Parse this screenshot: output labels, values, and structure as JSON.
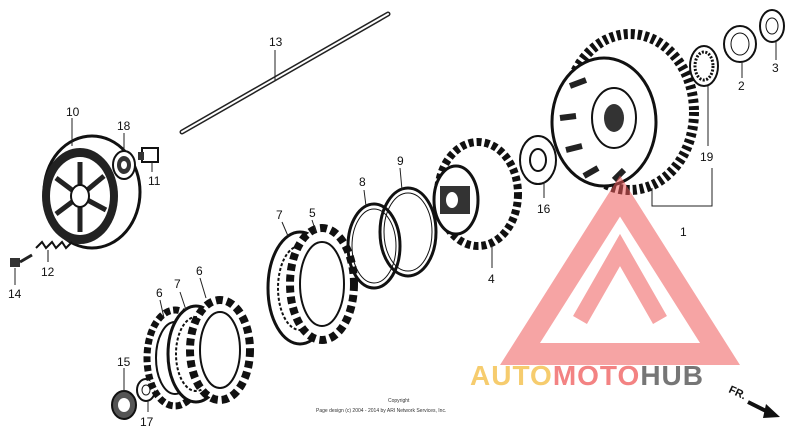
{
  "callouts": [
    "1",
    "2",
    "3",
    "4",
    "5",
    "6",
    "6",
    "7",
    "7",
    "8",
    "9",
    "10",
    "11",
    "12",
    "13",
    "14",
    "15",
    "16",
    "17",
    "18",
    "19"
  ],
  "copyright": {
    "line1": "Copyright",
    "line2": "Page design (c) 2004 - 2014 by ARI Network Services, Inc."
  },
  "watermark": {
    "part1": "AUTO",
    "part2": "MOTO",
    "part3": "HUB",
    "colors": {
      "auto": "#f4c04a",
      "moto": "#ef5a5a",
      "hub": "#555555",
      "logo": "#ef5a5a"
    }
  },
  "direction_label": "FR."
}
